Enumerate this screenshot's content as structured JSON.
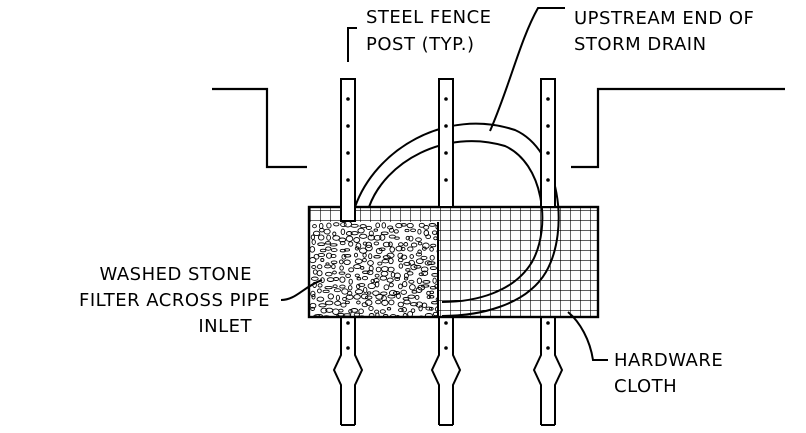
{
  "labels": {
    "steel_fence_post": [
      "STEEL FENCE",
      "POST (TYP.)"
    ],
    "storm_drain": [
      "UPSTREAM END OF",
      "STORM DRAIN"
    ],
    "washed_stone": [
      "WASHED STONE",
      "FILTER ACROSS PIPE",
      "INLET"
    ],
    "hardware_cloth": [
      "HARDWARE",
      "CLOTH"
    ]
  },
  "colors": {
    "line": "#000000",
    "background": "#ffffff"
  }
}
